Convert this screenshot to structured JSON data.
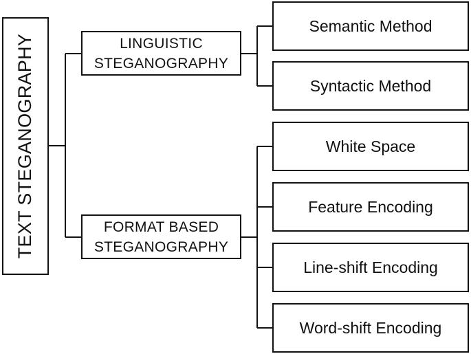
{
  "diagram": {
    "root": {
      "label": "TEXT STEGANOGRAPHY"
    },
    "branches": [
      {
        "label": "LINGUISTIC\nSTEGANOGRAPHY",
        "children": [
          "Semantic Method",
          "Syntactic Method"
        ]
      },
      {
        "label": "FORMAT BASED\nSTEGANOGRAPHY",
        "children": [
          "White Space",
          "Feature Encoding",
          "Line-shift Encoding",
          "Word-shift Encoding"
        ]
      }
    ],
    "line_color": "#111111"
  }
}
